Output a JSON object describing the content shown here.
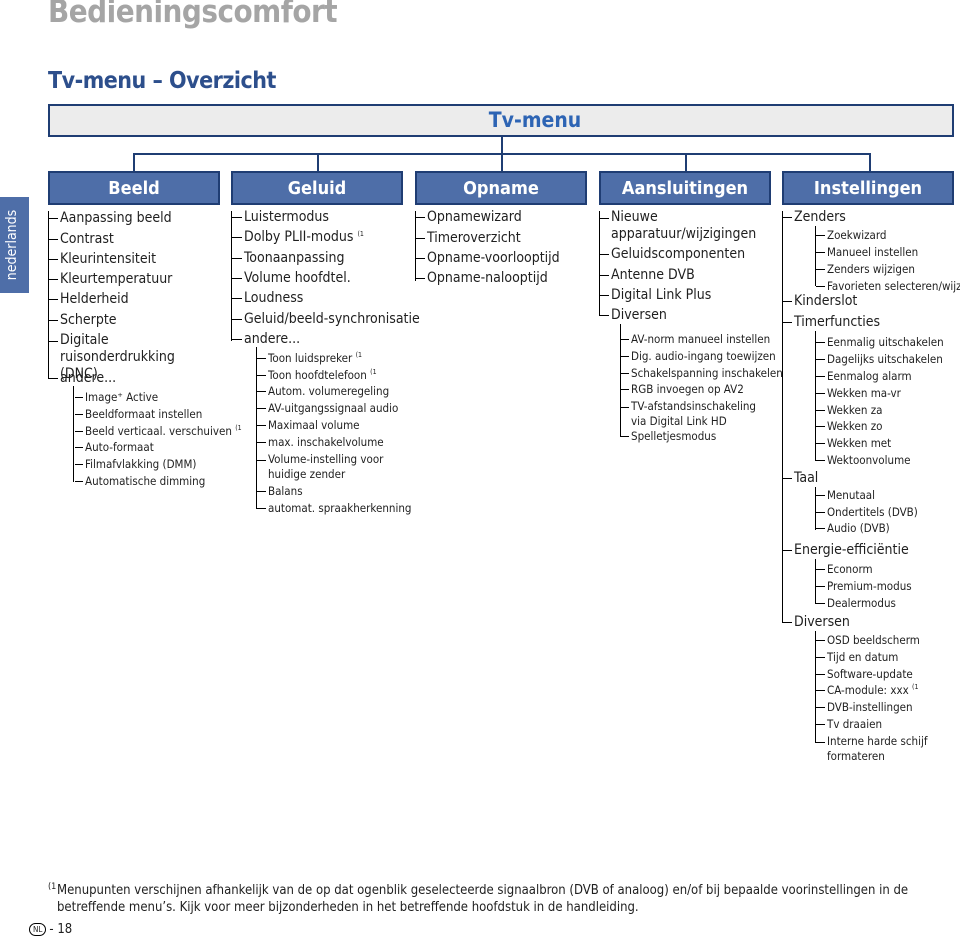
{
  "page_title": "Bedieningscomfort",
  "section_title": "Tv-menu – Overzicht",
  "menu_title": "Tv-menu",
  "side_tab": "nederlands",
  "columns": [
    {
      "header": "Beeld",
      "items": [
        {
          "label": "Aanpassing beeld"
        },
        {
          "label": "Contrast"
        },
        {
          "label": "Kleurintensiteit"
        },
        {
          "label": "Kleurtemperatuur"
        },
        {
          "label": "Helderheid"
        },
        {
          "label": "Scherpte"
        },
        {
          "label": "Digitale ruisonderdrukking (DNC)"
        },
        {
          "label": "andere...",
          "children": [
            {
              "label": "Image⁺ Active"
            },
            {
              "label": "Beeldformaat instellen"
            },
            {
              "label": "Beeld verticaal. verschuiven",
              "note": "(1"
            },
            {
              "label": "Auto-formaat"
            },
            {
              "label": "Filmafvlakking (DMM)"
            },
            {
              "label": "Automatische dimming"
            }
          ]
        }
      ]
    },
    {
      "header": "Geluid",
      "items": [
        {
          "label": "Luistermodus"
        },
        {
          "label": "Dolby PLII-modus",
          "note": "(1"
        },
        {
          "label": "Toonaanpassing"
        },
        {
          "label": "Volume hoofdtel."
        },
        {
          "label": "Loudness"
        },
        {
          "label": "Geluid/beeld-synchronisatie"
        },
        {
          "label": "andere...",
          "children": [
            {
              "label": "Toon luidspreker",
              "note": "(1"
            },
            {
              "label": "Toon hoofdtelefoon",
              "note": "(1"
            },
            {
              "label": "Autom. volumeregeling"
            },
            {
              "label": "AV-uitgangssignaal audio"
            },
            {
              "label": "Maximaal volume"
            },
            {
              "label": "max. inschakelvolume"
            },
            {
              "label": "Volume-instelling voor huidige zender"
            },
            {
              "label": "Balans"
            },
            {
              "label": "automat. spraakherkenning"
            }
          ]
        }
      ]
    },
    {
      "header": "Opname",
      "items": [
        {
          "label": "Opnamewizard"
        },
        {
          "label": "Timeroverzicht"
        },
        {
          "label": "Opname-voorlooptijd"
        },
        {
          "label": "Opname-nalooptijd"
        }
      ]
    },
    {
      "header": "Aansluitingen",
      "items": [
        {
          "label": "Nieuwe apparatuur/wijzigingen"
        },
        {
          "label": "Geluidscomponenten"
        },
        {
          "label": "Antenne DVB"
        },
        {
          "label": "Digital Link Plus"
        },
        {
          "label": "Diversen",
          "children": [
            {
              "label": "AV-norm manueel instellen"
            },
            {
              "label": "Dig. audio-ingang toewijzen"
            },
            {
              "label": "Schakelspanning inschakelen"
            },
            {
              "label": "RGB invoegen op AV2"
            },
            {
              "label": "TV-afstandsinschakeling via Digital Link HD"
            },
            {
              "label": "Spelletjesmodus"
            }
          ]
        }
      ]
    },
    {
      "header": "Instellingen",
      "items": [
        {
          "label": "Zenders",
          "children": [
            {
              "label": "Zoekwizard"
            },
            {
              "label": "Manueel instellen"
            },
            {
              "label": "Zenders wijzigen"
            },
            {
              "label": "Favorieten selecteren/wijzigen"
            }
          ]
        },
        {
          "label": "Kinderslot"
        },
        {
          "label": "Timerfuncties",
          "children": [
            {
              "label": "Eenmalig uitschakelen"
            },
            {
              "label": "Dagelijks uitschakelen"
            },
            {
              "label": "Eenmalog alarm"
            },
            {
              "label": "Wekken ma-vr"
            },
            {
              "label": "Wekken za"
            },
            {
              "label": "Wekken zo"
            },
            {
              "label": "Wekken met"
            },
            {
              "label": "Wektoonvolume"
            }
          ]
        },
        {
          "label": "Taal",
          "children": [
            {
              "label": "Menutaal"
            },
            {
              "label": "Ondertitels (DVB)"
            },
            {
              "label": "Audio (DVB)"
            }
          ]
        },
        {
          "label": "Energie-efficiëntie",
          "children": [
            {
              "label": "Econorm"
            },
            {
              "label": "Premium-modus"
            },
            {
              "label": "Dealermodus"
            }
          ]
        },
        {
          "label": "Diversen",
          "children": [
            {
              "label": "OSD beeldscherm"
            },
            {
              "label": "Tijd en datum"
            },
            {
              "label": "Software-update"
            },
            {
              "label": "CA-module: xxx",
              "note": "(1"
            },
            {
              "label": "DVB-instellingen"
            },
            {
              "label": "Tv draaien"
            },
            {
              "label": "Interne harde schijf formateren"
            }
          ]
        }
      ]
    }
  ],
  "footnote": {
    "marker": "(1",
    "text": "Menupunten verschijnen afhankelijk van de op dat ogenblik geselecteerde signaalbron (DVB of analoog) en/of bij bepaalde voorinstellingen in de betreffende menu’s. Kijk voor meer bijzonderheden in het betreffende hoofdstuk in de handleiding."
  },
  "page_number": {
    "badge": "NL",
    "text": "- 18"
  }
}
